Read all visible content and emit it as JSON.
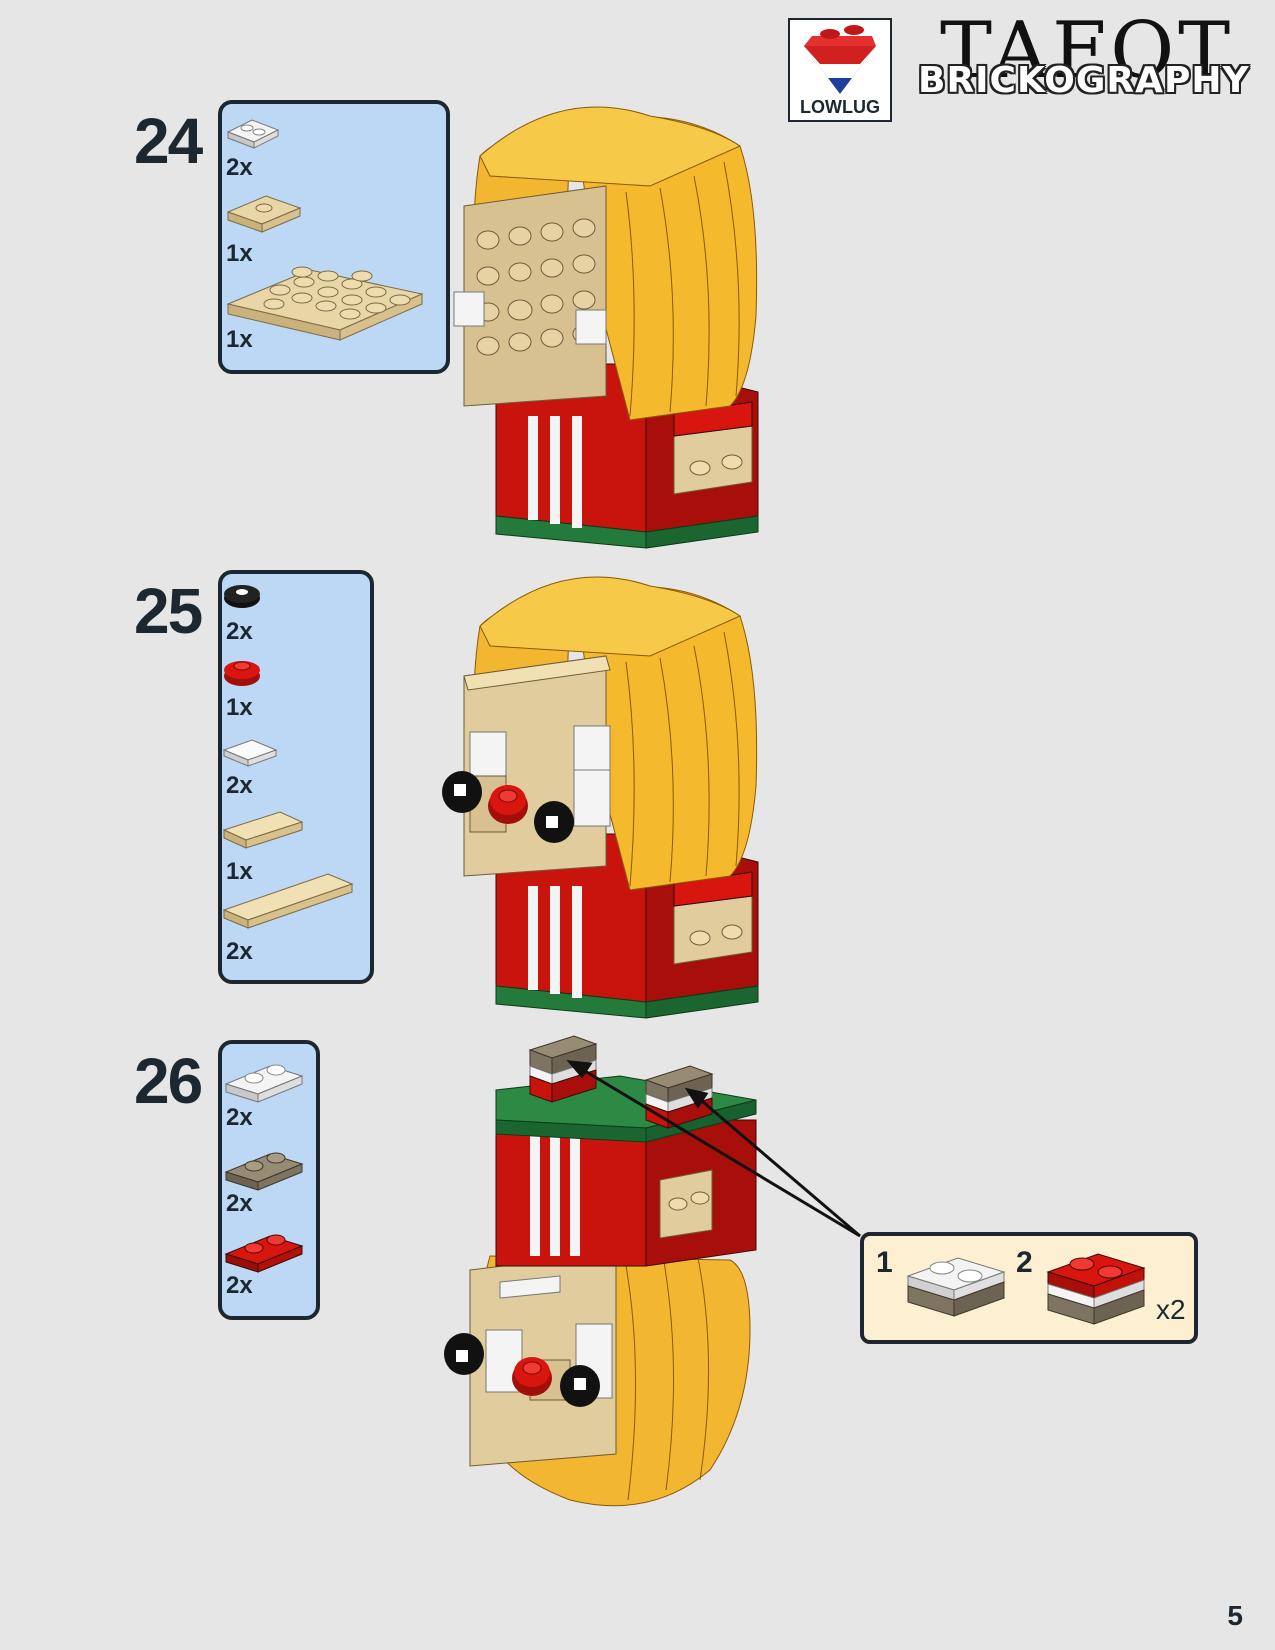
{
  "header": {
    "logo_label": "LOWLUG",
    "brand_title": "TAFOT",
    "brand_subtitle": "BRICKOGRAPHY"
  },
  "steps": [
    {
      "number": "24",
      "parts": [
        {
          "qty": "2x",
          "part": "plate-1x2-white"
        },
        {
          "qty": "1x",
          "part": "plate-2x2-jumper-tan"
        },
        {
          "qty": "1x",
          "part": "plate-4x4-tan"
        }
      ]
    },
    {
      "number": "25",
      "parts": [
        {
          "qty": "2x",
          "part": "round-tile-1x1-black-eye"
        },
        {
          "qty": "1x",
          "part": "round-plate-1x1-red"
        },
        {
          "qty": "2x",
          "part": "tile-1x1-white"
        },
        {
          "qty": "1x",
          "part": "tile-1x2-tan"
        },
        {
          "qty": "2x",
          "part": "tile-1x4-tan"
        }
      ]
    },
    {
      "number": "26",
      "parts": [
        {
          "qty": "2x",
          "part": "plate-1x2-white"
        },
        {
          "qty": "2x",
          "part": "plate-1x2-dark-tan"
        },
        {
          "qty": "2x",
          "part": "plate-1x2-red"
        }
      ],
      "subassembly": {
        "items": [
          {
            "label": "1",
            "part": "white-on-dark-tan"
          },
          {
            "label": "2",
            "part": "red-white-dark-tan-stack"
          }
        ],
        "multiplier": "x2"
      }
    }
  ],
  "page_number": "5",
  "colors": {
    "background": "#e6e6e6",
    "parts_box": "#bcd8f4",
    "subassembly_box": "#fdf0d2",
    "yellow": "#f2b630",
    "tan": "#e0cc9c",
    "red": "#c8140c",
    "green": "#237a3a",
    "white": "#f4f4f4",
    "dark_tan": "#8e8470"
  }
}
